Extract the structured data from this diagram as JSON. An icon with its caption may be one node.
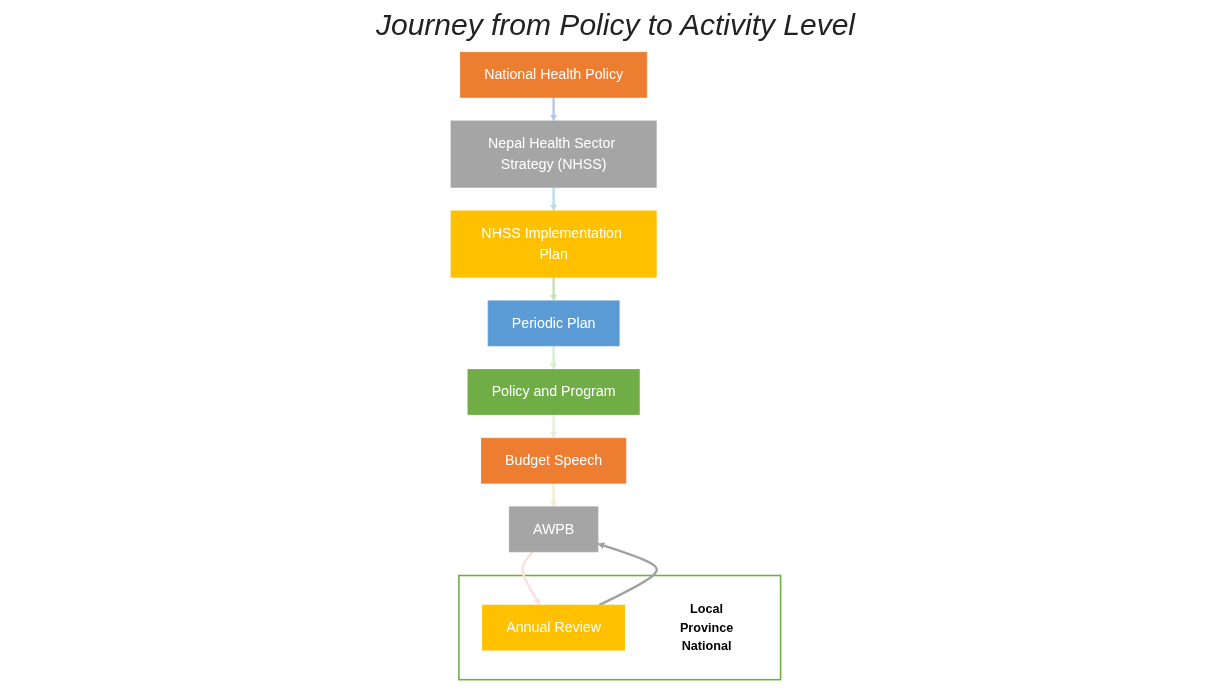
{
  "diagram": {
    "title": "Journey from Policy to Activity Level",
    "nodes": [
      {
        "text": [
          "National Health Policy"
        ]
      },
      {
        "text": [
          "Nepal Health Sector Strategy (NHSS)"
        ]
      },
      {
        "text": [
          "NHSS Implementation Plan"
        ]
      },
      {
        "text": [
          "Periodic Plan"
        ]
      },
      {
        "text": [
          "Policy and Program"
        ]
      },
      {
        "text": [
          "Budget Speech"
        ]
      },
      {
        "text": [
          "AWPB"
        ]
      },
      {
        "text": [],
        "shape": "box"
      },
      {
        "text": [
          "Annual Review"
        ],
        "in": 7
      },
      {
        "text": [
          "Local",
          "Province",
          "National"
        ],
        "in": 7
      }
    ],
    "edges": [
      {
        "from": 0,
        "to": 1,
        "arrow": "to",
        "color": "#b4c7e7"
      },
      {
        "from": 1,
        "to": 2,
        "arrow": "to",
        "color": "#b7dee8"
      },
      {
        "from": 2,
        "to": 3,
        "arrow": "to",
        "color": "#c5e0b4"
      },
      {
        "from": 3,
        "to": 4,
        "arrow": "to",
        "color": "#d5eed0"
      },
      {
        "from": 4,
        "to": 5,
        "arrow": "to",
        "color": "#e2f0d9"
      },
      {
        "from": 5,
        "to": 6,
        "arrow": "to",
        "color": "#f2ecd0"
      },
      {
        "from": 6,
        "to": 8,
        "arrow": "to",
        "color": "#fbe0dc"
      },
      {
        "from": 8,
        "to": 6,
        "arrow": "to",
        "color": "#a0a0a0"
      }
    ]
  }
}
